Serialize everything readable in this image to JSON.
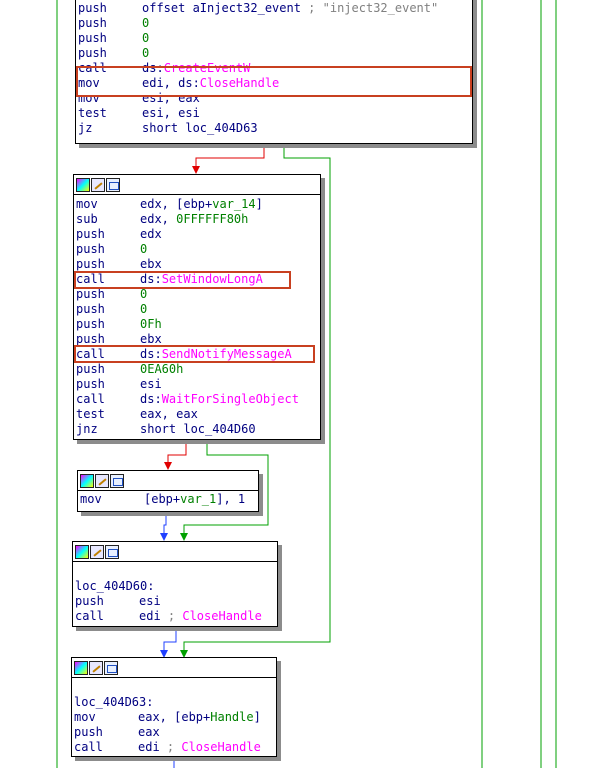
{
  "block1": {
    "lines": [
      {
        "m": "push",
        "parts": [
          {
            "t": "offset aInject32_event ",
            "c": "reg"
          },
          {
            "t": "; \"inject32_event\"",
            "c": "comment"
          }
        ]
      },
      {
        "m": "push",
        "parts": [
          {
            "t": "0",
            "c": "num"
          }
        ]
      },
      {
        "m": "push",
        "parts": [
          {
            "t": "0",
            "c": "num"
          }
        ]
      },
      {
        "m": "push",
        "parts": [
          {
            "t": "0",
            "c": "num"
          }
        ]
      },
      {
        "m": "call",
        "parts": [
          {
            "t": "ds:",
            "c": "reg"
          },
          {
            "t": "CreateEventW",
            "c": "api"
          }
        ]
      },
      {
        "m": "mov",
        "parts": [
          {
            "t": "edi, ds:",
            "c": "reg"
          },
          {
            "t": "CloseHandle",
            "c": "api"
          }
        ]
      },
      {
        "m": "mov",
        "parts": [
          {
            "t": "esi, eax",
            "c": "reg"
          }
        ]
      },
      {
        "m": "test",
        "parts": [
          {
            "t": "esi, esi",
            "c": "reg"
          }
        ]
      },
      {
        "m": "jz",
        "parts": [
          {
            "t": "short loc_404D63",
            "c": "reg"
          }
        ]
      }
    ]
  },
  "block2": {
    "lines": [
      {
        "m": "mov",
        "parts": [
          {
            "t": "edx, [ebp+",
            "c": "reg"
          },
          {
            "t": "var_14",
            "c": "var"
          },
          {
            "t": "]",
            "c": "reg"
          }
        ]
      },
      {
        "m": "sub",
        "parts": [
          {
            "t": "edx, ",
            "c": "reg"
          },
          {
            "t": "0FFFFFF80h",
            "c": "num"
          }
        ]
      },
      {
        "m": "push",
        "parts": [
          {
            "t": "edx",
            "c": "reg"
          }
        ]
      },
      {
        "m": "push",
        "parts": [
          {
            "t": "0",
            "c": "num"
          }
        ]
      },
      {
        "m": "push",
        "parts": [
          {
            "t": "ebx",
            "c": "reg"
          }
        ]
      },
      {
        "m": "call",
        "parts": [
          {
            "t": "ds:",
            "c": "reg"
          },
          {
            "t": "SetWindowLongA",
            "c": "api"
          }
        ]
      },
      {
        "m": "push",
        "parts": [
          {
            "t": "0",
            "c": "num"
          }
        ]
      },
      {
        "m": "push",
        "parts": [
          {
            "t": "0",
            "c": "num"
          }
        ]
      },
      {
        "m": "push",
        "parts": [
          {
            "t": "0Fh",
            "c": "num"
          }
        ]
      },
      {
        "m": "push",
        "parts": [
          {
            "t": "ebx",
            "c": "reg"
          }
        ]
      },
      {
        "m": "call",
        "parts": [
          {
            "t": "ds:",
            "c": "reg"
          },
          {
            "t": "SendNotifyMessageA",
            "c": "api"
          }
        ]
      },
      {
        "m": "push",
        "parts": [
          {
            "t": "0EA60h",
            "c": "num"
          }
        ]
      },
      {
        "m": "push",
        "parts": [
          {
            "t": "esi",
            "c": "reg"
          }
        ]
      },
      {
        "m": "call",
        "parts": [
          {
            "t": "ds:",
            "c": "reg"
          },
          {
            "t": "WaitForSingleObject",
            "c": "api"
          }
        ]
      },
      {
        "m": "test",
        "parts": [
          {
            "t": "eax, eax",
            "c": "reg"
          }
        ]
      },
      {
        "m": "jnz",
        "parts": [
          {
            "t": "short loc_404D60",
            "c": "reg"
          }
        ]
      }
    ]
  },
  "block3": {
    "lines": [
      {
        "m": "mov",
        "parts": [
          {
            "t": "[ebp+",
            "c": "reg"
          },
          {
            "t": "var_1",
            "c": "var"
          },
          {
            "t": "], 1",
            "c": "reg"
          }
        ]
      }
    ]
  },
  "block4": {
    "lines": [
      {
        "label": ""
      },
      {
        "label": "loc_404D60:"
      },
      {
        "m": "push",
        "parts": [
          {
            "t": "esi",
            "c": "reg"
          }
        ]
      },
      {
        "m": "call",
        "parts": [
          {
            "t": "edi ",
            "c": "reg"
          },
          {
            "t": "; ",
            "c": "comment"
          },
          {
            "t": "CloseHandle",
            "c": "api"
          }
        ]
      }
    ]
  },
  "block5": {
    "lines": [
      {
        "label": ""
      },
      {
        "label": "loc_404D63:"
      },
      {
        "m": "mov",
        "parts": [
          {
            "t": "eax, [ebp+",
            "c": "reg"
          },
          {
            "t": "Handle",
            "c": "var"
          },
          {
            "t": "]",
            "c": "reg"
          }
        ]
      },
      {
        "m": "push",
        "parts": [
          {
            "t": "eax",
            "c": "reg"
          }
        ]
      },
      {
        "m": "call",
        "parts": [
          {
            "t": "edi ",
            "c": "reg"
          },
          {
            "t": "; ",
            "c": "comment"
          },
          {
            "t": "CloseHandle",
            "c": "api"
          }
        ]
      }
    ]
  },
  "colors": {
    "edge_true": "#00a000",
    "edge_false": "#e00000",
    "edge_uncond": "#2040ff",
    "highlight": "#c84020"
  }
}
